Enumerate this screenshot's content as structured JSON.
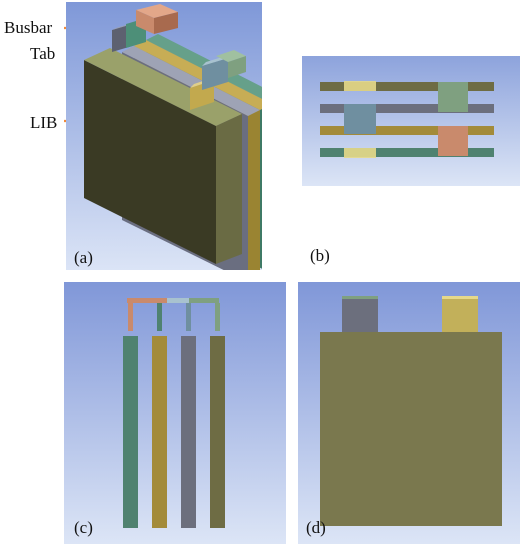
{
  "callouts": {
    "busbar": "Busbar",
    "tab": "Tab",
    "lib": "LIB"
  },
  "panels": {
    "a": "(a)",
    "b": "(b)",
    "c": "(c)",
    "d": "(d)"
  },
  "colors": {
    "cell_teal": "#4f8270",
    "cell_gold": "#a38b3a",
    "cell_slate": "#6c6f7d",
    "cell_olive": "#6e6c44",
    "busbar_copper": "#c98a6c",
    "busbar_green": "#7fa080",
    "arrow": "#f08a3c",
    "bg_blue": "#b8c7ea"
  }
}
